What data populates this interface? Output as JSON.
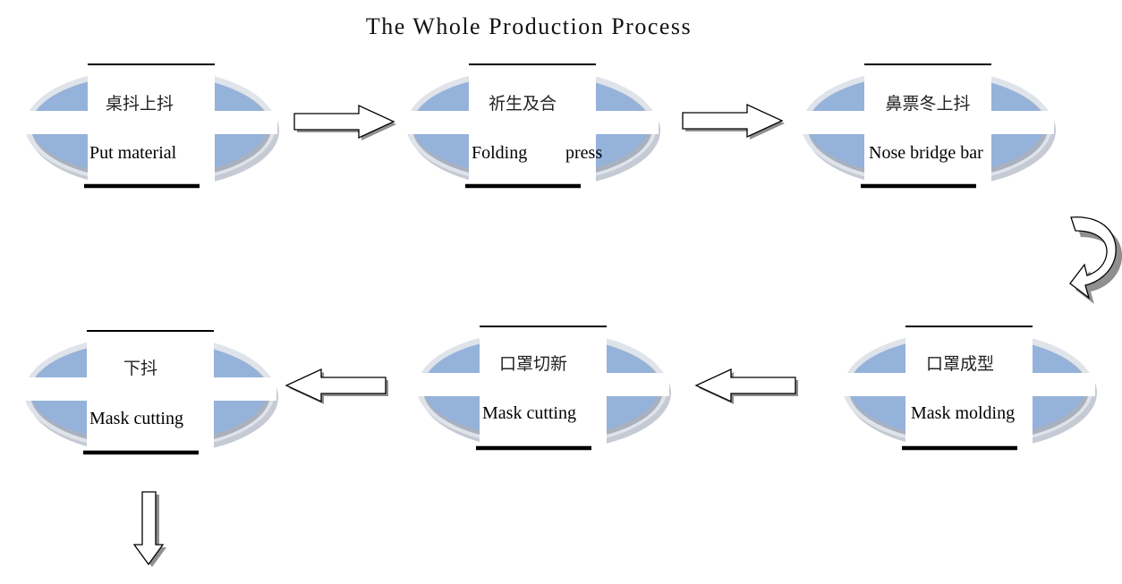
{
  "title": "The Whole Production Process",
  "colors": {
    "quadrant_fill": "#95b2da",
    "ring_light": "#dfe3ea",
    "ring_dark": "#a9b1bf",
    "arrow_shadow": "#8f8f8f",
    "line": "#000000"
  },
  "steps": [
    {
      "cn": "桌抖上抖",
      "en": "Put material"
    },
    {
      "cn": "祈生及合",
      "en": "Folding",
      "en2": "press"
    },
    {
      "cn": "鼻票冬上抖",
      "en": "Nose bridge bar"
    },
    {
      "cn": "口罩成型",
      "en": "Mask molding"
    },
    {
      "cn": "口罩切新",
      "en": "Mask cutting"
    },
    {
      "cn": "下抖",
      "en": "Mask cutting"
    }
  ],
  "arrow_icons": [
    "right-arrow-icon",
    "right-arrow-icon",
    "u-turn-arrow-icon",
    "left-arrow-icon",
    "left-arrow-icon",
    "down-arrow-icon"
  ]
}
